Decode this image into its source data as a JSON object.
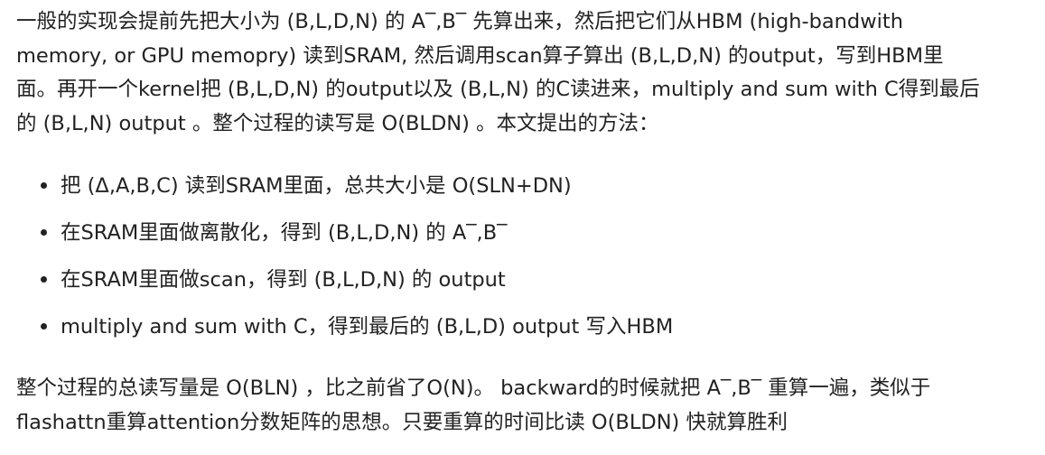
{
  "intro": {
    "lines": [
      "一般的实现会提前先把大小为 (B,L,D,N) 的 A‾,B‾ 先算出来，然后把它们从HBM (high-bandwith",
      "memory, or GPU memopry) 读到SRAM, 然后调用scan算子算出 (B,L,D,N) 的output，写到HBM里",
      "面。再开一个kernel把 (B,L,D,N) 的output以及 (B,L,N) 的C读进来，multiply and sum with C得到最后",
      "的 (B,L,N) output 。整个过程的读写是 O(BLDN) 。本文提出的方法："
    ]
  },
  "steps": [
    "把 (Δ,A,B,C) 读到SRAM里面，总共大小是 O(SLN+DN)",
    "在SRAM里面做离散化，得到 (B,L,D,N) 的 A‾,B‾",
    "在SRAM里面做scan，得到 (B,L,D,N) 的 output",
    "multiply and sum with C，得到最后的 (B,L,D) output 写入HBM"
  ],
  "conclusion": {
    "lines": [
      "整个过程的总读写量是 O(BLN) ，比之前省了O(N)。 backward的时候就把 A‾,B‾ 重算一遍，类似于",
      "flashattn重算attention分数矩阵的思想。只要重算的时间比读 O(BLDN) 快就算胜利"
    ]
  }
}
